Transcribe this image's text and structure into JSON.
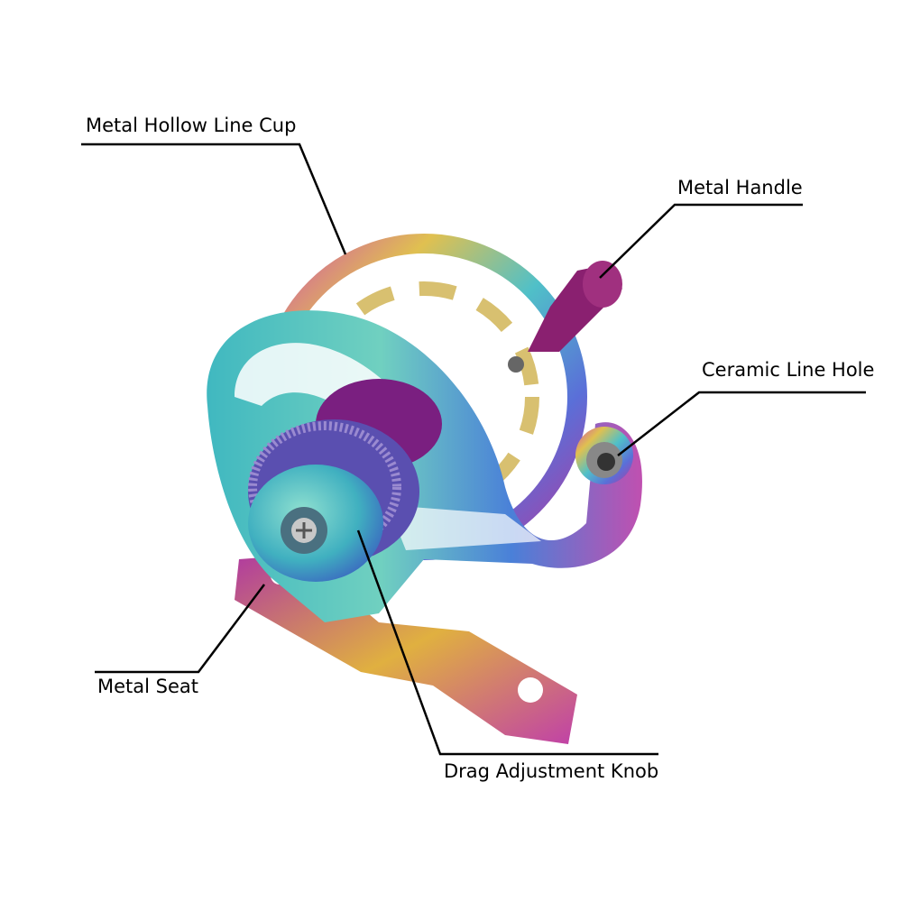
{
  "labels": {
    "line_cup": "Metal Hollow Line Cup",
    "handle": "Metal Handle",
    "line_hole": "Ceramic Line Hole",
    "seat": "Metal Seat",
    "drag_knob": "Drag Adjustment Knob"
  },
  "colors": {
    "purple": "#9b2a8f",
    "gold": "#d9b040",
    "cyan": "#4fb9c9",
    "blue": "#4a6fd0",
    "line": "#000000"
  }
}
